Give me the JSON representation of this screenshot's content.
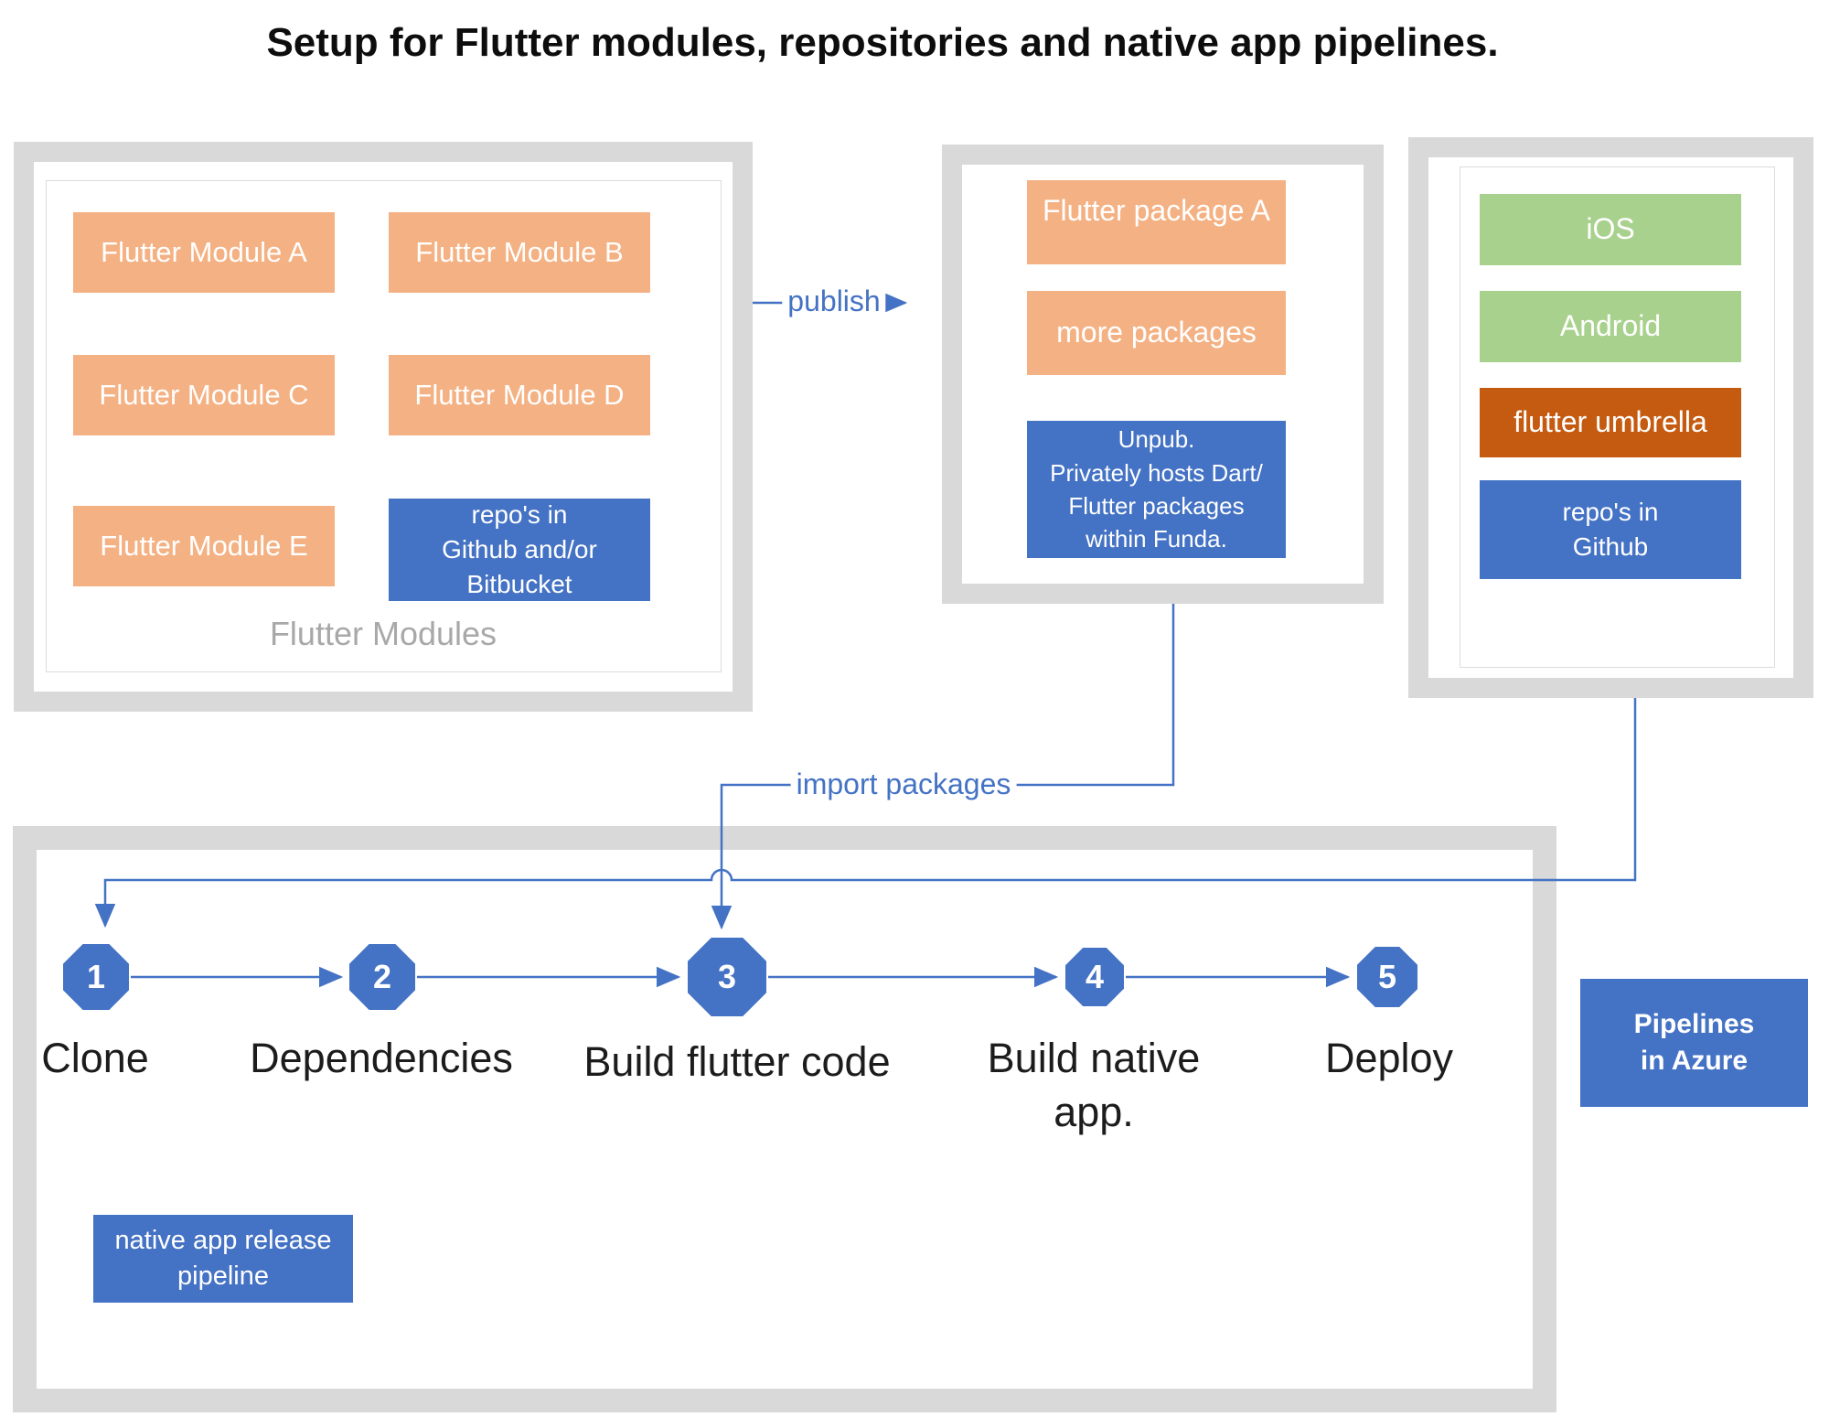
{
  "title": "Setup for Flutter modules, repositories and native app pipelines.",
  "colors": {
    "module_orange": "#F4B183",
    "repo_blue": "#4472C4",
    "platform_green": "#A9D18E",
    "umbrella_rust": "#C55A11",
    "frame_gray": "#D9D9D9",
    "caption_gray": "#A8A8A8",
    "connector_blue": "#4472C4"
  },
  "modules_box": {
    "caption": "Flutter Modules",
    "items": [
      {
        "label": "Flutter Module A"
      },
      {
        "label": "Flutter Module B"
      },
      {
        "label": "Flutter Module C"
      },
      {
        "label": "Flutter Module D"
      },
      {
        "label": "Flutter Module E"
      },
      {
        "label": "repo's in\nGithub and/or Bitbucket"
      }
    ]
  },
  "packages_box": {
    "items": [
      {
        "label": "Flutter package A"
      },
      {
        "label": "more packages"
      },
      {
        "label": "Unpub.\nPrivately hosts Dart/\nFlutter packages\nwithin Funda."
      }
    ]
  },
  "apps_box": {
    "items": [
      {
        "label": "iOS"
      },
      {
        "label": "Android"
      },
      {
        "label": "flutter umbrella"
      },
      {
        "label": "repo's in\nGithub"
      }
    ]
  },
  "connectors": {
    "publish_label": "publish",
    "import_label": "import packages"
  },
  "pipeline": {
    "steps": [
      {
        "num": "1",
        "label": "Clone"
      },
      {
        "num": "2",
        "label": "Dependencies"
      },
      {
        "num": "3",
        "label": "Build flutter code"
      },
      {
        "num": "4",
        "label": "Build native\napp."
      },
      {
        "num": "5",
        "label": "Deploy"
      }
    ],
    "release_label": "native app release pipeline",
    "azure_label": "Pipelines\nin Azure"
  }
}
